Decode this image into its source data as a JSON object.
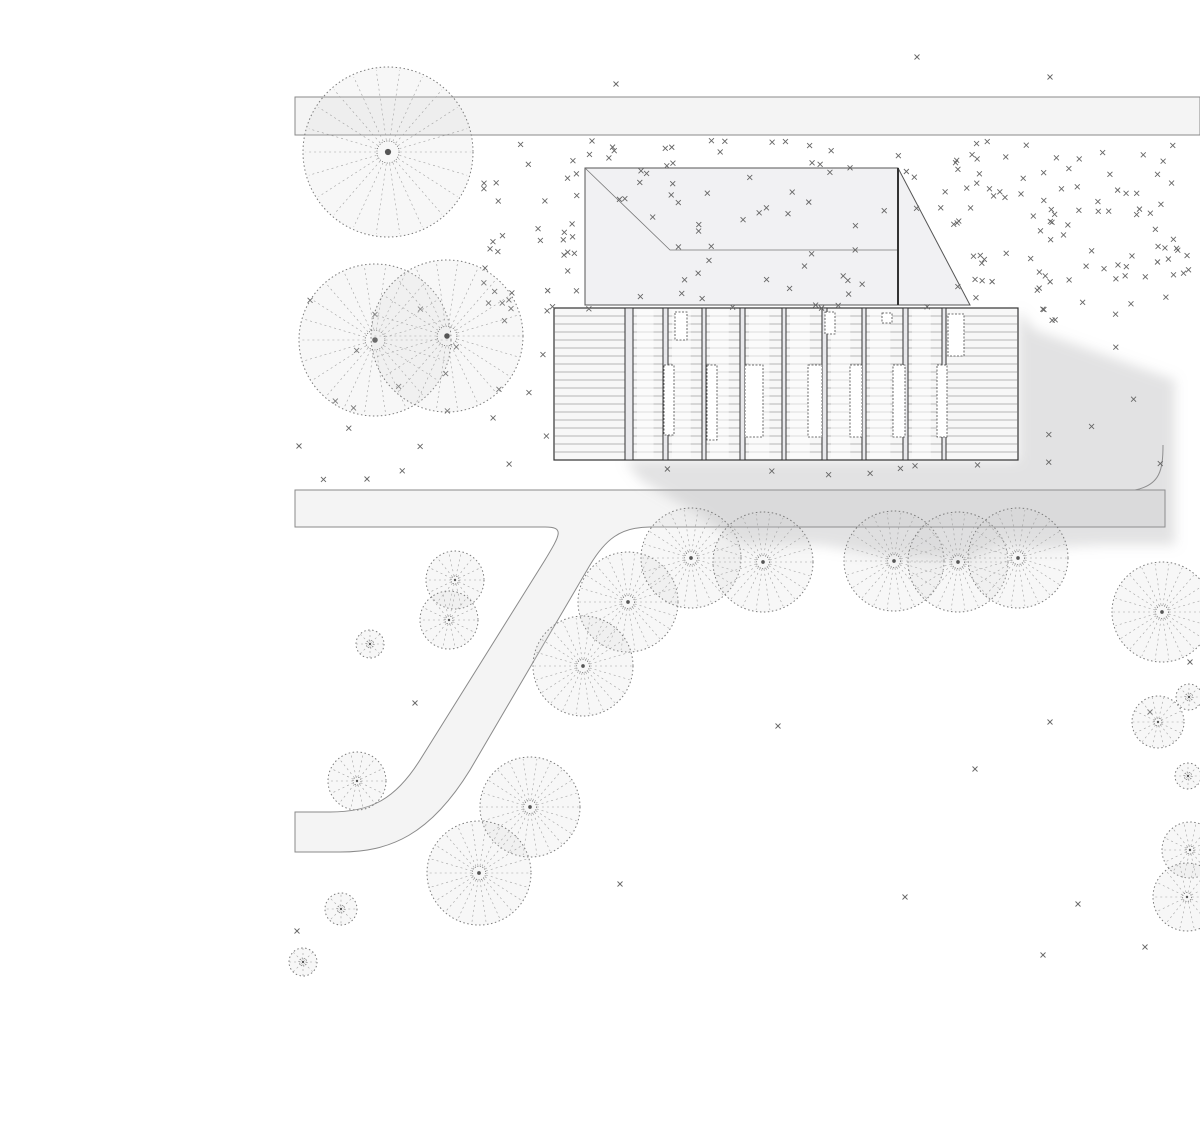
{
  "drawing": {
    "type": "site-plan",
    "style": "monochrome architectural linework",
    "colors": {
      "background": "#ffffff",
      "lines": "#555555",
      "paving": "#f4f4f4",
      "shadow": "#9696a0"
    },
    "elements": [
      "roads",
      "building",
      "courtyard",
      "trees",
      "ground-cover-marks",
      "cast-shadow"
    ]
  }
}
